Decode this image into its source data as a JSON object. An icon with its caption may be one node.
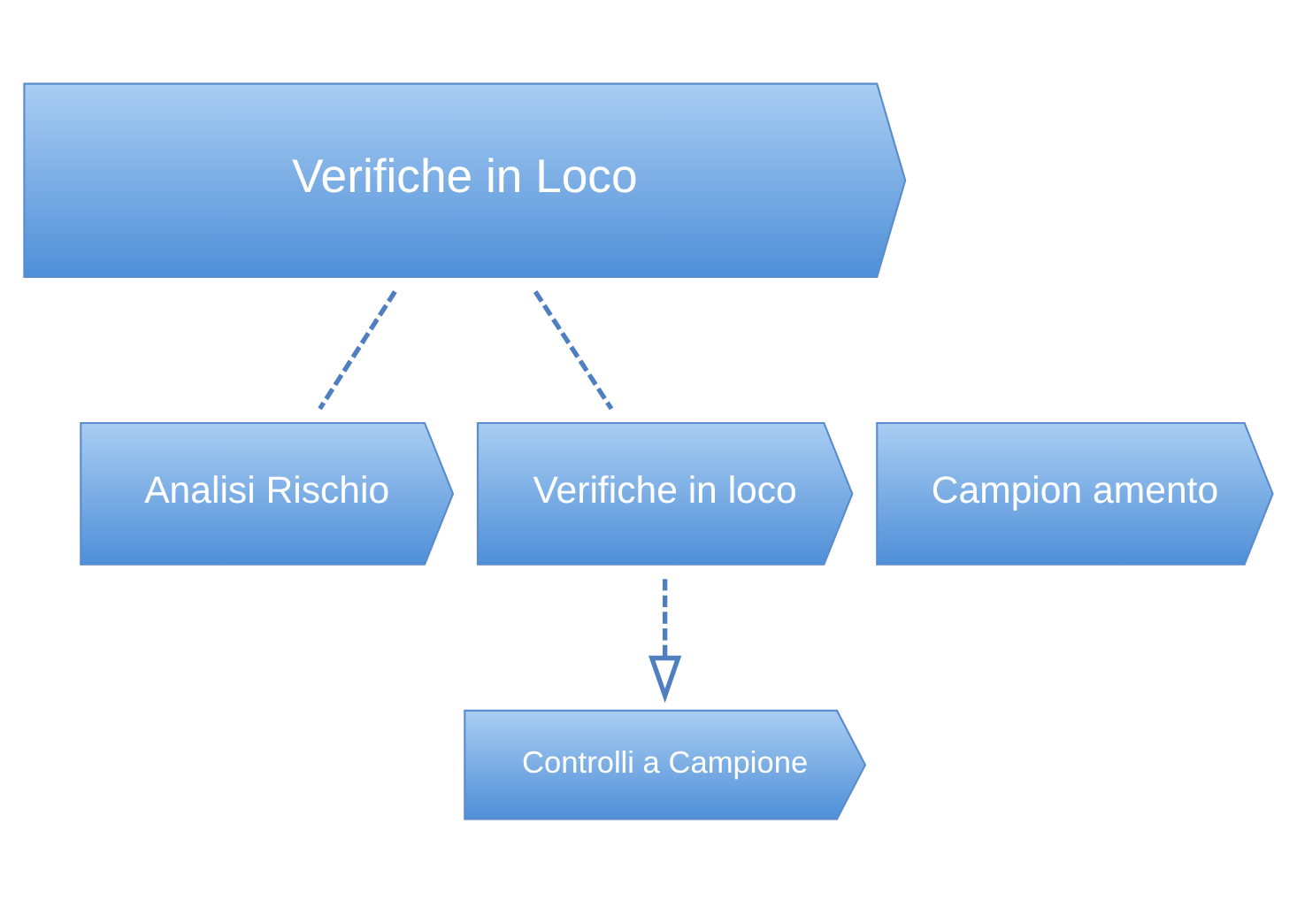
{
  "diagram": {
    "nodes": [
      {
        "text": [
          "Verifiche in Loco"
        ]
      },
      {
        "text": [
          "Analisi Rischio"
        ]
      },
      {
        "text": [
          "Campion amento"
        ]
      },
      {
        "text": [
          "Verifiche in loco"
        ]
      },
      {
        "text": [
          "Controlli a Campione"
        ]
      }
    ],
    "edges": [
      {
        "from": 0,
        "to": 1,
        "arrow": "none",
        "style": "dashed"
      },
      {
        "from": 0,
        "to": 3,
        "arrow": "none",
        "style": "dashed"
      },
      {
        "from": 3,
        "to": 4,
        "arrow": "to",
        "style": "dashed"
      }
    ]
  }
}
